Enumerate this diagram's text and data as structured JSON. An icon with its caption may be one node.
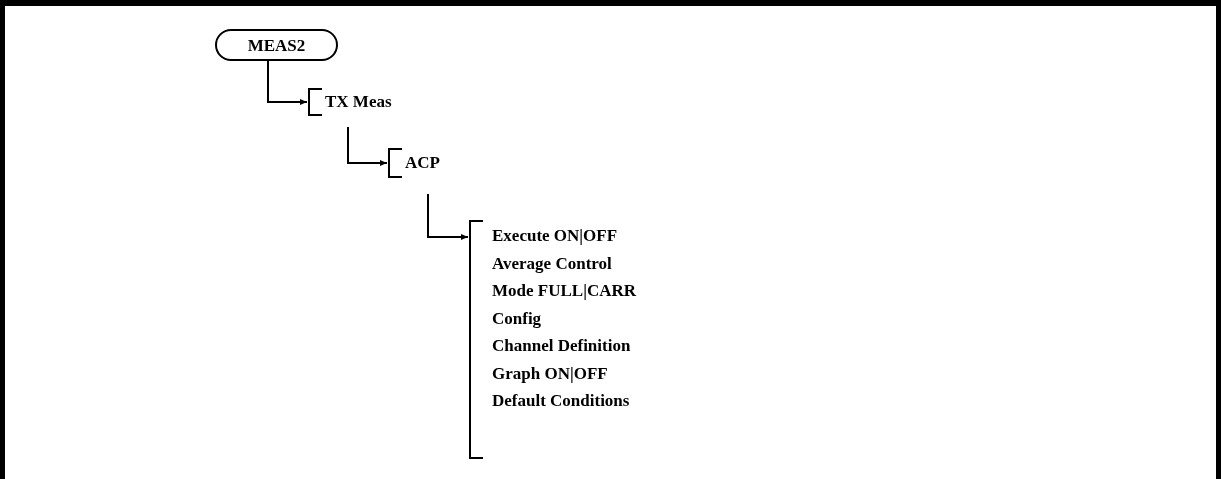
{
  "diagram": {
    "nodes": [
      {
        "text": [
          "MEAS2"
        ]
      },
      {
        "text": [
          "TX Meas"
        ]
      },
      {
        "text": [
          "ACP"
        ]
      },
      {
        "text": [
          "Execute ON|OFF",
          "Average Control",
          "Mode FULL|CARR",
          "Config",
          "Channel Definition",
          "Graph ON|OFF",
          "Default Conditions"
        ]
      }
    ],
    "edges": [
      {
        "from": 0,
        "to": 1,
        "arrow": "to"
      },
      {
        "from": 1,
        "to": 2,
        "arrow": "to"
      },
      {
        "from": 2,
        "to": 3,
        "arrow": "to"
      }
    ]
  }
}
